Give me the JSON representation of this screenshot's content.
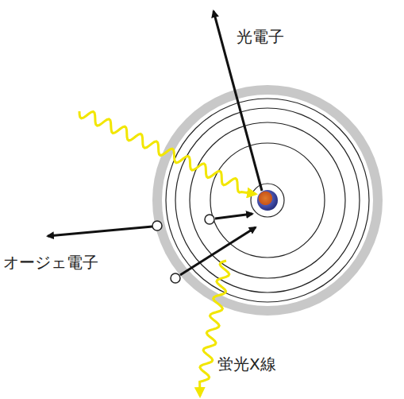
{
  "diagram": {
    "labels": [
      "光電子",
      "オージェ電子",
      "蛍光X線"
    ]
  }
}
